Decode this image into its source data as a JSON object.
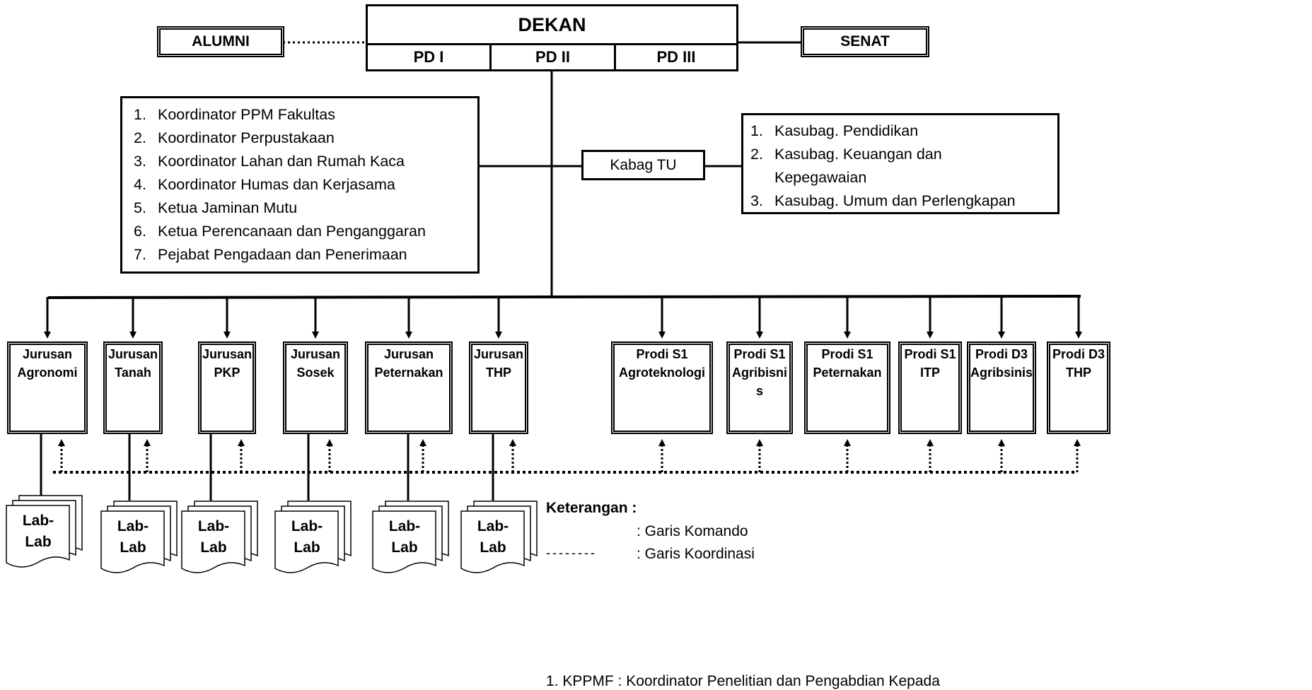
{
  "top": {
    "dekan": "DEKAN",
    "pd": [
      "PD I",
      "PD II",
      "PD III"
    ],
    "alumni": "ALUMNI",
    "senat": "SENAT"
  },
  "left_list": [
    {
      "num": "1.",
      "text": "Koordinator PPM Fakultas"
    },
    {
      "num": "2.",
      "text": "Koordinator  Perpustakaan"
    },
    {
      "num": "3.",
      "text": "Koordinator Lahan dan Rumah Kaca"
    },
    {
      "num": "4.",
      "text": "Koordinator Humas dan Kerjasama"
    },
    {
      "num": "5.",
      "text": "Ketua Jaminan Mutu"
    },
    {
      "num": "6.",
      "text": "Ketua Perencanaan dan Penganggaran"
    },
    {
      "num": "7.",
      "text": "Pejabat Pengadaan dan Penerimaan"
    }
  ],
  "kabag": "Kabag TU",
  "right_list": [
    {
      "num": "1.",
      "text": "Kasubag. Pendidikan"
    },
    {
      "num": "2.",
      "text": "Kasubag. Keuangan dan"
    },
    {
      "num": "",
      "text": "Kepegawaian"
    },
    {
      "num": "3.",
      "text": "Kasubag. Umum dan Perlengkapan"
    }
  ],
  "units": [
    {
      "line1": "Jurusan",
      "line2": "Agronomi",
      "line3": ""
    },
    {
      "line1": "Jurusan",
      "line2": "Tanah",
      "line3": ""
    },
    {
      "line1": "Jurusan",
      "line2": "PKP",
      "line3": ""
    },
    {
      "line1": "Jurusan",
      "line2": "Sosek",
      "line3": ""
    },
    {
      "line1": "Jurusan",
      "line2": "Peternakan",
      "line3": ""
    },
    {
      "line1": "Jurusan",
      "line2": "THP",
      "line3": ""
    },
    {
      "line1": "Prodi S1",
      "line2": "Agroteknologi",
      "line3": ""
    },
    {
      "line1": "Prodi S1",
      "line2": "Agribisni",
      "line3": "s"
    },
    {
      "line1": "Prodi S1",
      "line2": "Peternakan",
      "line3": ""
    },
    {
      "line1": "Prodi S1",
      "line2": "ITP",
      "line3": ""
    },
    {
      "line1": "Prodi D3",
      "line2": "Agribsinis",
      "line3": ""
    },
    {
      "line1": "Prodi D3",
      "line2": "THP",
      "line3": ""
    }
  ],
  "lab": {
    "line1": "Lab-",
    "line2": "Lab"
  },
  "legend": {
    "title": "Keterangan :",
    "komando": ": Garis Komando",
    "koordinasi_symbol": "- - - - - - - -",
    "koordinasi": ": Garis Koordinasi",
    "footnote": "1.  KPPMF    : Koordinator Penelitian dan Pengabdian Kepada"
  }
}
